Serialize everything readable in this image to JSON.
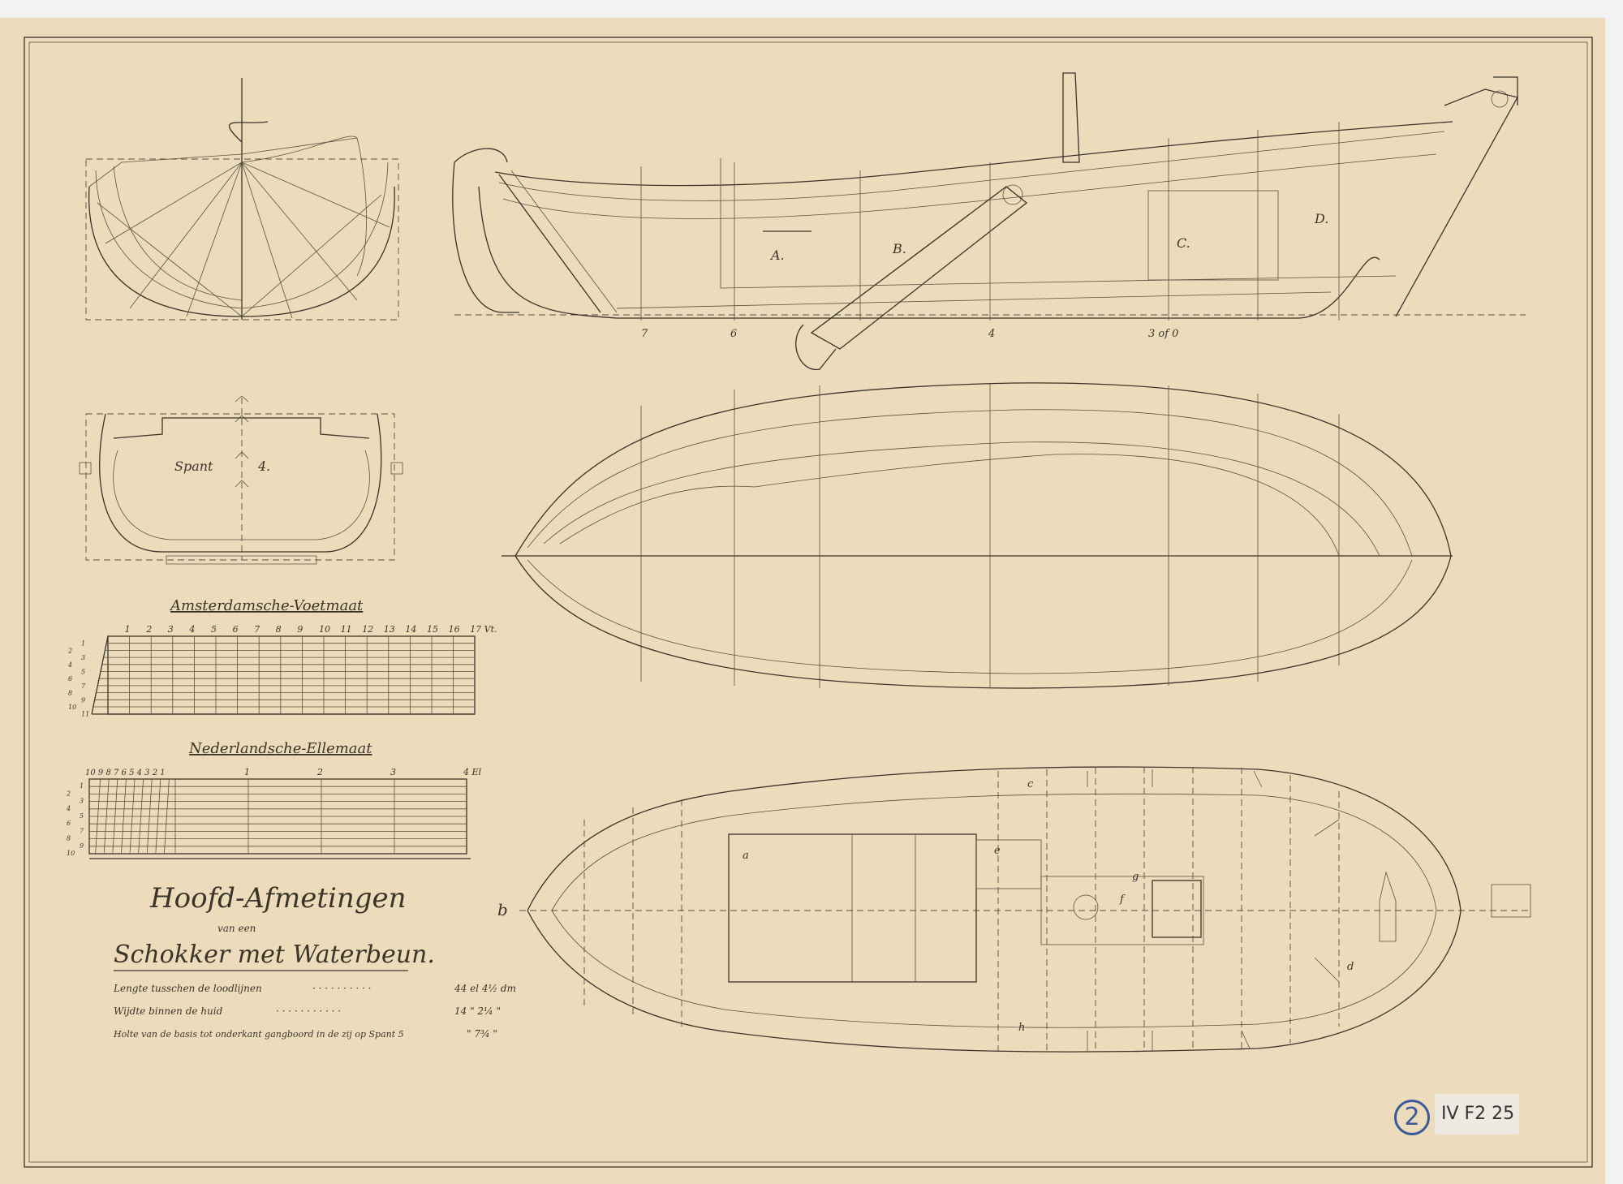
{
  "title": {
    "line1": "Hoofd-Afmetingen",
    "line2": "van een",
    "line3": "Schokker met Waterbeun."
  },
  "dimensions": [
    {
      "label": "Lengte tusschen de loodlijnen",
      "value": "44 el 4½ dm"
    },
    {
      "label": "Wijdte binnen de huid",
      "value": "14 \" 2¼ \""
    },
    {
      "label": "Holte van de basis tot onderkant gangboord in de zij op Spant 5",
      "value": "\" 7¾ \""
    }
  ],
  "scales": {
    "amsterdam": {
      "title": "Amsterdamsche-Voetmaat",
      "ticks": [
        "1",
        "2",
        "3",
        "4",
        "5",
        "6",
        "7",
        "8",
        "9",
        "10",
        "11",
        "12",
        "13",
        "14",
        "15",
        "16",
        "17 Vt."
      ],
      "side_ticks": [
        "1",
        "2",
        "3",
        "4",
        "5",
        "6",
        "7",
        "8",
        "9",
        "10",
        "11"
      ]
    },
    "ellemaat": {
      "title": "Nederlandsche-Ellemaat",
      "sub_ticks": "10 9 8 7 6 5 4 3 2 1",
      "ticks": [
        "1",
        "2",
        "3",
        "4 El"
      ],
      "side_ticks": [
        "1",
        "2",
        "3",
        "4",
        "5",
        "6",
        "7",
        "8",
        "9",
        "10"
      ]
    }
  },
  "section_label": {
    "name": "Spant",
    "number": "4."
  },
  "profile_labels": {
    "compartments": [
      "A.",
      "B.",
      "C.",
      "D."
    ],
    "stations": [
      "7",
      "6",
      "4",
      "3 of 0"
    ]
  },
  "deck_plan_marks": [
    "b",
    "a",
    "c",
    "d",
    "e",
    "f",
    "g",
    "h"
  ],
  "archive_label": {
    "circle": "2",
    "code": "IV F2 25"
  }
}
